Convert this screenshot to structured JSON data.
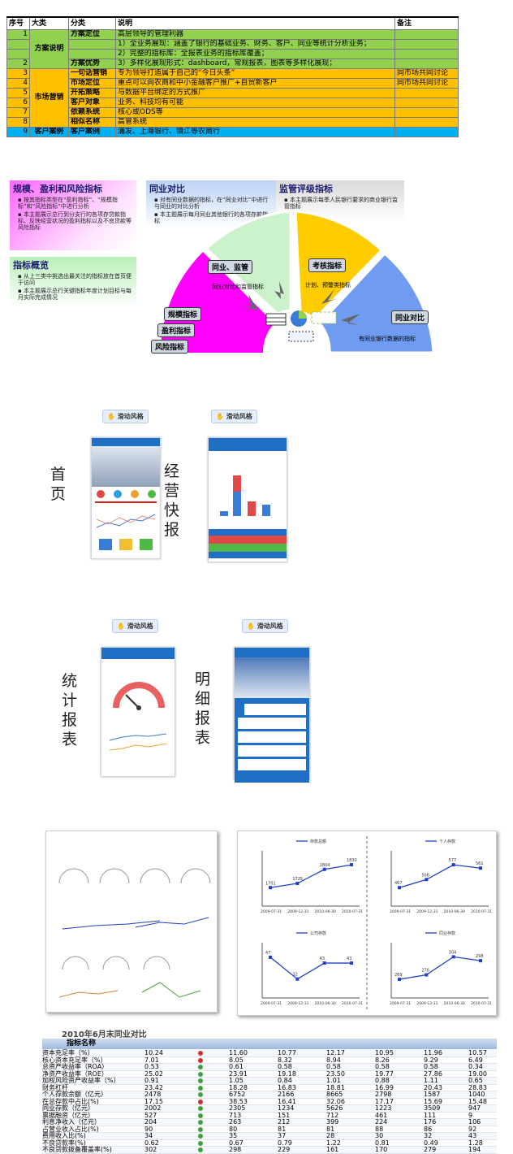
{
  "table": {
    "headers": [
      "序号",
      "大类",
      "分类",
      "说明",
      "备注"
    ],
    "rows": [
      {
        "no": "1",
        "cls": "方案定位",
        "desc": "高层领导的管理利器",
        "note": "",
        "color": "g"
      },
      {
        "no": "",
        "cls": "",
        "desc": "1）全业务展现：涵盖了银行的基础业务、财务、客户、同业等统计分析业务；",
        "note": "",
        "color": "g"
      },
      {
        "no": "",
        "cls": "",
        "desc": "2）完整的指标库：全报表业务的指标库覆盖；",
        "note": "",
        "color": "g"
      },
      {
        "no": "2",
        "cls": "方案优势",
        "desc": "3）多样化展现形式：dashboard，常规报表，图表等多样化展现；",
        "note": "",
        "color": "g"
      },
      {
        "no": "3",
        "cls": "一句话营销",
        "desc": "专为领导打造属于自己的“今日头条”",
        "note": "同市场共同讨论",
        "color": "o"
      },
      {
        "no": "4",
        "cls": "市场定位",
        "desc": "重点可以向农商和中小金融客户推广+自贸新客户",
        "note": "同市场共同讨论",
        "color": "o"
      },
      {
        "no": "5",
        "cls": "开拓策略",
        "desc": "与数据平台绑定的方式推广",
        "note": "",
        "color": "o"
      },
      {
        "no": "6",
        "cls": "客户对象",
        "desc": "业务、科技均有可能",
        "note": "",
        "color": "o"
      },
      {
        "no": "7",
        "cls": "依赖系统",
        "desc": "核心或ODS等",
        "note": "",
        "color": "o"
      },
      {
        "no": "8",
        "cls": "相似名称",
        "desc": "高管系统",
        "note": "",
        "color": "o"
      },
      {
        "no": "9",
        "cls": "客户案例",
        "desc": "浦发、上海银行、镇江等农商行",
        "note": "",
        "color": "b"
      }
    ],
    "groups": {
      "g1": "方案说明",
      "g2": "市场营销",
      "g3": "客户案例"
    }
  },
  "diagram": {
    "sec1_title": "规模、盈利和风险指标",
    "sec1_b1": "按其指标类型在“盈利指标”、“规模指标”和“风险指标”中进行分析",
    "sec1_b2": "本主题展示总行到分支行的各项存贷款指标、反映经营状况的盈利指标以及不良贷款等风险指标",
    "sec2_title": "同业对比",
    "sec2_b1": "对有同业数据的指标，在“同业对比”中进行与同业的对比分析",
    "sec2_b2": "本主题展示每月同业其他银行的各项存款指标",
    "sec3_title": "监管评级指标",
    "sec3_b1": "本主题展示每季人民银行要求的商业银行监管指标",
    "sec4_title": "指标概览",
    "sec4_b1": "从上三类中挑选出最关注的指标放在首页便于访问",
    "sec4_b2": "本主题展示总行关键指标年度计划目标与每月实际完成情况",
    "seg1": "同业、监管",
    "seg1_sub": "同业对比和监管指标",
    "seg2": "考核指标",
    "seg2_sub": "计划、预警类指标",
    "seg3": "同业对比",
    "seg3_sub": "有同业银行数据的指标",
    "pill1": "规模指标",
    "pill2": "盈利指标",
    "pill3": "风险指标"
  },
  "phones": {
    "tag": "滑动风格",
    "l1": [
      "首",
      "页"
    ],
    "l2": [
      "经",
      "营",
      "快",
      "报"
    ],
    "l3": [
      "统",
      "计",
      "报",
      "表"
    ],
    "l4": [
      "明",
      "细",
      "报",
      "表"
    ]
  },
  "bottom": {
    "title": "2010年6月末同业对比",
    "col_header": "指标名称",
    "rows": [
      {
        "name": "资本充足率（%）",
        "v": [
          "10.24",
          "11.60",
          "10.77",
          "12.17",
          "10.95",
          "11.96",
          "10.57"
        ],
        "dot": "r"
      },
      {
        "name": "核心资本充足率（%）",
        "v": [
          "7.01",
          "8.05",
          "8.32",
          "8.94",
          "8.26",
          "9.29",
          "6.49"
        ],
        "dot": "r"
      },
      {
        "name": "总资产收益率（ROA）",
        "v": [
          "0.53",
          "0.61",
          "0.58",
          "0.58",
          "0.58",
          "0.58",
          "0.34"
        ],
        "dot": "g"
      },
      {
        "name": "净资产收益率（ROE）",
        "v": [
          "25.02",
          "23.91",
          "19.18",
          "23.50",
          "19.77",
          "27.86",
          "19.00"
        ],
        "dot": "g"
      },
      {
        "name": "加权风险资产收益率（%）",
        "v": [
          "0.91",
          "1.05",
          "0.84",
          "1.01",
          "0.88",
          "1.11",
          "0.65"
        ],
        "dot": "g"
      },
      {
        "name": "财务杠杆",
        "v": [
          "23.42",
          "18.28",
          "16.83",
          "18.81",
          "16.99",
          "20.43",
          "28.83"
        ],
        "dot": "g"
      },
      {
        "name": "个人存款余额（亿元）",
        "v": [
          "2478",
          "6752",
          "2166",
          "8665",
          "2798",
          "1587",
          "1040"
        ],
        "dot": "g"
      },
      {
        "name": "在总存款中占比(%)",
        "v": [
          "17.15",
          "38.53",
          "16.41",
          "32.06",
          "17.17",
          "15.69",
          "15.48"
        ],
        "dot": "r"
      },
      {
        "name": "同业存款（亿元）",
        "v": [
          "2002",
          "2305",
          "1234",
          "5626",
          "1223",
          "3509",
          "947"
        ],
        "dot": "g"
      },
      {
        "name": "票据融资（亿元）",
        "v": [
          "527",
          "713",
          "151",
          "712",
          "461",
          "111",
          "9"
        ],
        "dot": "g"
      },
      {
        "name": "利息净收入（亿元）",
        "v": [
          "204",
          "263",
          "212",
          "399",
          "224",
          "176",
          "106"
        ],
        "dot": "g"
      },
      {
        "name": "占营业收入占比(%)",
        "v": [
          "90",
          "80",
          "81",
          "81",
          "88",
          "86",
          "92"
        ],
        "dot": "g"
      },
      {
        "name": "费用收入比(%)",
        "v": [
          "34",
          "35",
          "37",
          "28",
          "30",
          "32",
          "43"
        ],
        "dot": "g"
      },
      {
        "name": "不良贷款率(%)",
        "v": [
          "0.62",
          "0.67",
          "0.79",
          "1.22",
          "0.81",
          "0.49",
          "1.28"
        ],
        "dot": "g"
      },
      {
        "name": "不良贷款拨备覆盖率(%)",
        "v": [
          "302",
          "298",
          "229",
          "161",
          "170",
          "279",
          "194"
        ],
        "dot": "g"
      }
    ]
  },
  "charts": {
    "c1_legend": "存款总额",
    "c1_x": [
      "2009-07-31",
      "2009-12-31",
      "2010-06-30",
      "2010-07-31"
    ],
    "c1_y": [
      1701,
      1725,
      1804,
      1830
    ],
    "c2_legend": "个人存款",
    "c2_y": [
      467,
      506,
      577,
      561
    ],
    "c3_legend": "公司存款",
    "c3_y": [
      47,
      32,
      43,
      43
    ],
    "c4_legend": "同业存款",
    "c4_y": [
      269,
      276,
      304,
      298
    ]
  },
  "colors": {
    "green": "#92d050",
    "orange": "#ffc000",
    "blue": "#00b0f0",
    "magenta": "#ff00ff",
    "pale": "#ccf2cc",
    "gold": "#ffcc00",
    "steel": "#6f9cf0"
  }
}
